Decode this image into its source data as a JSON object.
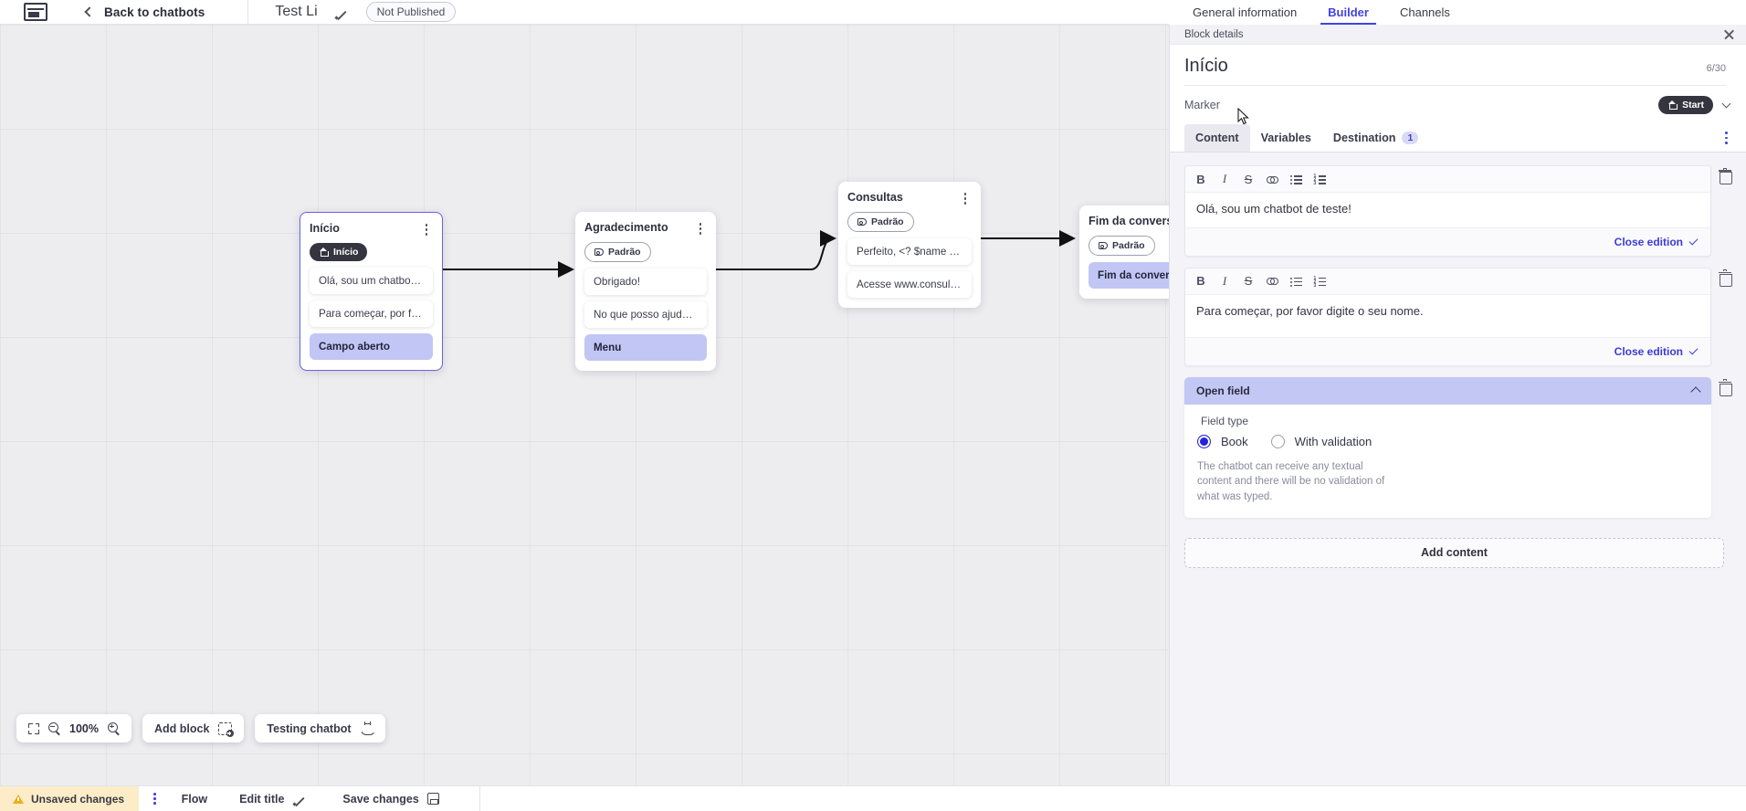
{
  "header": {
    "logo_icon": "app-logo-icon",
    "back_label": "Back to chatbots",
    "bot_title": "Test Li",
    "edit_icon": "pencil-icon",
    "publish_status": "Not Published"
  },
  "top_tabs": [
    {
      "label": "General information",
      "active": false
    },
    {
      "label": "Builder",
      "active": true
    },
    {
      "label": "Channels",
      "active": false
    }
  ],
  "canvas": {
    "nodes": [
      {
        "title": "Início",
        "tag": "Início",
        "tag_style": "dark",
        "tag_icon": "home-icon",
        "selected": true,
        "messages": [
          {
            "text": "Olá, sou um chatbot de teste!",
            "highlight": false
          },
          {
            "text": "Para começar, por favor digite o ...",
            "highlight": false
          },
          {
            "text": "Campo aberto",
            "highlight": true
          }
        ]
      },
      {
        "title": "Agradecimento",
        "tag": "Padrão",
        "tag_style": "outline",
        "tag_icon": "tag-icon",
        "selected": false,
        "messages": [
          {
            "text": "Obrigado!",
            "highlight": false
          },
          {
            "text": "No que posso ajudar, <? $name ...",
            "highlight": false
          },
          {
            "text": "Menu",
            "highlight": true
          }
        ]
      },
      {
        "title": "Consultas",
        "tag": "Padrão",
        "tag_style": "outline",
        "tag_icon": "tag-icon",
        "selected": false,
        "messages": [
          {
            "text": "Perfeito, <? $name ?>!",
            "highlight": false
          },
          {
            "text": "Acesse www.consultas.com par...",
            "highlight": false
          }
        ]
      },
      {
        "title": "Fim da conversa",
        "tag": "Padrão",
        "tag_style": "outline",
        "tag_icon": "tag-icon",
        "selected": false,
        "messages": [
          {
            "text": "Fim da conversa",
            "highlight": true
          }
        ]
      }
    ]
  },
  "toolbar": {
    "fit_icon": "fit-screen-icon",
    "zoom_out_icon": "zoom-out-icon",
    "zoom_level": "100%",
    "zoom_in_icon": "zoom-in-icon",
    "add_block_label": "Add block",
    "add_block_icon": "add-block-icon",
    "testing_label": "Testing chatbot",
    "testing_icon": "flask-icon"
  },
  "footer": {
    "unsaved_label": "Unsaved changes",
    "warning_icon": "warning-triangle-icon",
    "kebab_icon": "more-options-icon",
    "flow_label": "Flow",
    "edit_title_label": "Edit title",
    "edit_title_icon": "pencil-icon",
    "save_label": "Save changes",
    "save_icon": "save-icon"
  },
  "panel": {
    "head_title": "Block details",
    "close_icon": "close-icon",
    "block_title": "Início",
    "char_count": "6/30",
    "marker_label": "Marker",
    "marker_value": "Start",
    "marker_icon": "home-icon",
    "marker_chevron": "chevron-down-icon",
    "tabs": [
      {
        "label": "Content",
        "active": true,
        "badge": ""
      },
      {
        "label": "Variables",
        "active": false,
        "badge": ""
      },
      {
        "label": "Destination",
        "active": false,
        "badge": "1"
      }
    ],
    "tabs_kebab_icon": "more-options-icon",
    "rich_toolbar": [
      {
        "name": "bold-icon",
        "glyph": "B"
      },
      {
        "name": "italic-icon",
        "glyph": "I"
      },
      {
        "name": "strikethrough-icon",
        "glyph": "S"
      },
      {
        "name": "link-icon",
        "glyph": ""
      },
      {
        "name": "bullet-list-icon",
        "glyph": ""
      },
      {
        "name": "numbered-list-icon",
        "glyph": ""
      }
    ],
    "editors": [
      {
        "text": "Olá, sou um chatbot de teste!",
        "close_label": "Close edition"
      },
      {
        "text": "Para começar, por favor digite o seu nome.",
        "close_label": "Close edition"
      }
    ],
    "open_field": {
      "header": "Open field",
      "collapse_icon": "chevron-up-icon",
      "field_type_label": "Field type",
      "options": [
        {
          "label": "Book",
          "selected": true
        },
        {
          "label": "With validation",
          "selected": false
        }
      ],
      "description": "The chatbot can receive any textual content and there will be no validation of what was typed."
    },
    "add_content_label": "Add content",
    "trash_icon": "trash-icon"
  },
  "colors": {
    "accent": "#4242e0",
    "highlight": "#c2c6f5",
    "warning_bg": "#fdecc8",
    "radio_on": "#2323dd"
  }
}
